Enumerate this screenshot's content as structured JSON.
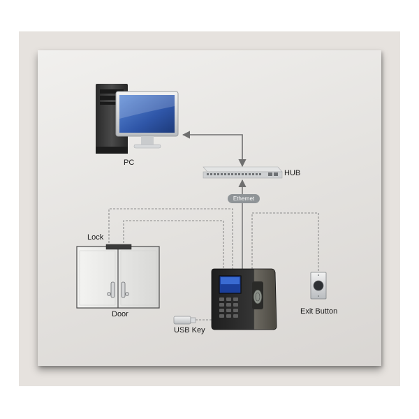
{
  "labels": {
    "pc": "PC",
    "hub": "HUB",
    "ethernet": "Ethernet",
    "lock": "Lock",
    "door": "Door",
    "usb_key": "USB Key",
    "exit_button": "Exit Button"
  },
  "colors": {
    "connection_line": "#8a8a8a",
    "arrow": "#6f6f6f",
    "ethernet_badge": "#8f9497",
    "monitor_screen": "#2f56a8",
    "device_body": "#2b2b2b"
  },
  "icons": {
    "pc": "desktop-computer-icon",
    "hub": "network-hub-icon",
    "door": "double-door-icon",
    "lock": "door-lock-icon",
    "terminal": "fingerprint-terminal-icon",
    "usb": "usb-key-icon",
    "exit": "exit-button-icon"
  }
}
